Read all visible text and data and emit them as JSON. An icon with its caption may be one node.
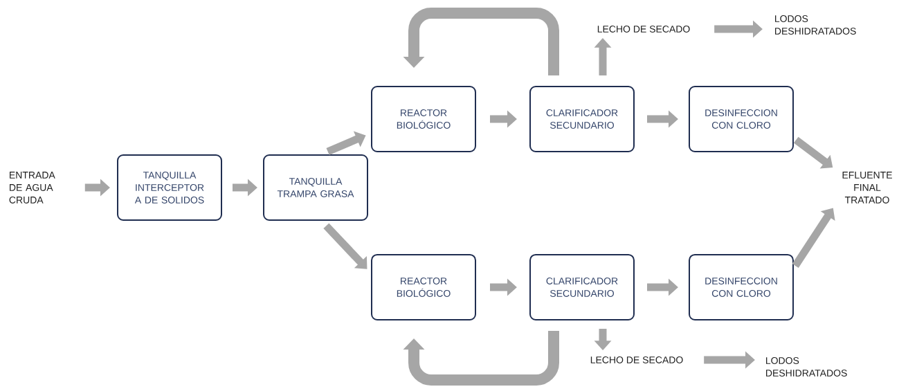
{
  "diagram": {
    "nodes": [
      {
        "text": [
          "ENTRADA DE AGUA CRUDA"
        ]
      },
      {
        "text": [
          "TANQUILLA INTERCEPTOR A DE SOLIDOS"
        ]
      },
      {
        "text": [
          "TANQUILLA TRAMPA GRASA"
        ]
      },
      {
        "text": [
          "REACTOR BIOLÓGICO"
        ]
      },
      {
        "text": [
          "CLARIFICADOR SECUNDARIO"
        ]
      },
      {
        "text": [
          "DESINFECCION CON CLORO"
        ]
      },
      {
        "text": [
          "LECHO DE SECADO"
        ]
      },
      {
        "text": [
          "LODOS DESHIDRATADOS"
        ]
      },
      {
        "text": [
          "EFLUENTE FINAL TRATADO"
        ]
      },
      {
        "text": [
          "REACTOR BIOLÓGICO"
        ]
      },
      {
        "text": [
          "CLARIFICADOR SECUNDARIO"
        ]
      },
      {
        "text": [
          "DESINFECCION CON CLORO"
        ]
      },
      {
        "text": [
          "LECHO DE SECADO"
        ]
      },
      {
        "text": [
          "LODOS DESHIDRATADOS"
        ]
      }
    ],
    "edges": [
      {
        "from": 0,
        "to": 1,
        "arrow": "to"
      },
      {
        "from": 1,
        "to": 2,
        "arrow": "to"
      },
      {
        "from": 2,
        "to": 3,
        "arrow": "to"
      },
      {
        "from": 2,
        "to": 9,
        "arrow": "to"
      },
      {
        "from": 3,
        "to": 4,
        "arrow": "to"
      },
      {
        "from": 4,
        "to": 5,
        "arrow": "to"
      },
      {
        "from": 5,
        "to": 8,
        "arrow": "to"
      },
      {
        "from": 11,
        "to": 8,
        "arrow": "to"
      },
      {
        "from": 4,
        "to": 3,
        "arrow": "to"
      },
      {
        "from": 4,
        "to": 6,
        "arrow": "to"
      },
      {
        "from": 6,
        "to": 7,
        "arrow": "to"
      },
      {
        "from": 9,
        "to": 10,
        "arrow": "to"
      },
      {
        "from": 10,
        "to": 11,
        "arrow": "to"
      },
      {
        "from": 10,
        "to": 9,
        "arrow": "to"
      },
      {
        "from": 10,
        "to": 12,
        "arrow": "to"
      },
      {
        "from": 12,
        "to": 13,
        "arrow": "to"
      }
    ]
  }
}
